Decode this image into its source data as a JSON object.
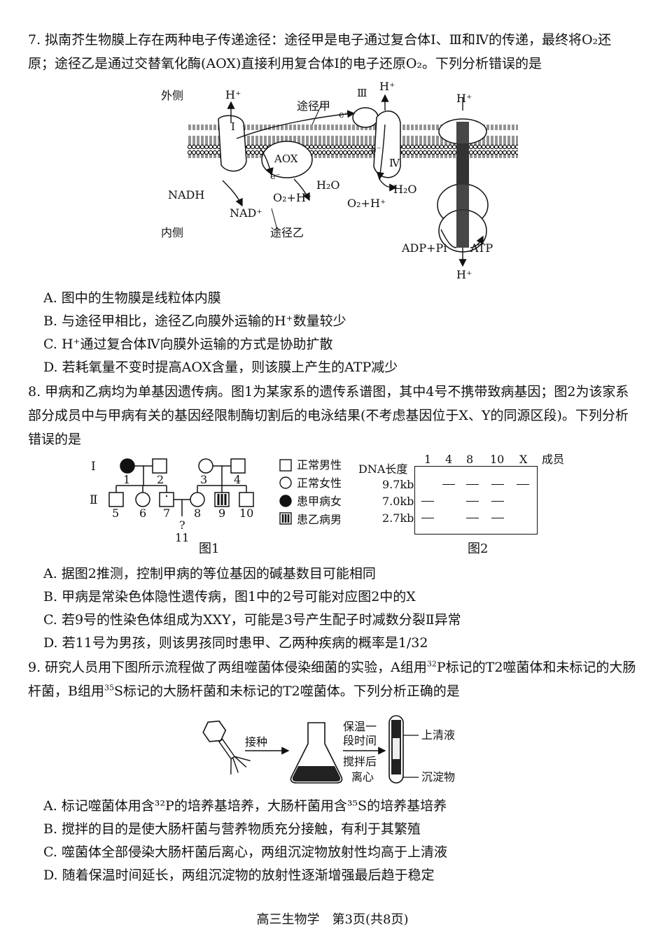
{
  "q7": {
    "stem": "7. 拟南芥生物膜上存在两种电子传递途径：途径甲是电子通过复合体Ⅰ、Ⅲ和Ⅳ的传递，最终将O₂还原；途径乙是通过交替氧化酶(AOX)直接利用复合体Ⅰ的电子还原O₂。下列分析错误的是",
    "labels": {
      "outside": "外侧",
      "inside": "内侧",
      "h1": "H⁺",
      "h3": "H⁺",
      "h5": "H⁺",
      "h6": "H⁺",
      "pathA": "途径甲",
      "pathB": "途径乙",
      "c1": "I",
      "c3": "Ⅲ",
      "c4": "Ⅳ",
      "aox": "AOX",
      "e1": "e⁻",
      "e2": "e⁻",
      "e3": "e⁻",
      "nadh": "NADH",
      "nad": "NAD⁺",
      "o2a": "O₂+H⁺",
      "o2b": "O₂+H⁺",
      "h2oa": "H₂O",
      "h2ob": "H₂O",
      "adp": "ADP+Pi",
      "atp": "ATP"
    },
    "options": [
      "A. 图中的生物膜是线粒体内膜",
      "B. 与途径甲相比，途径乙向膜外运输的H⁺数量较少",
      "C. H⁺通过复合体Ⅳ向膜外运输的方式是协助扩散",
      "D. 若耗氧量不变时提高AOX含量，则该膜上产生的ATP减少"
    ]
  },
  "q8": {
    "stem": "8. 甲病和乙病均为单基因遗传病。图1为某家系的遗传系谱图，其中4号不携带致病基因；图2为该家系部分成员中与甲病有关的基因经限制酶切割后的电泳结果(不考虑基因位于X、Y的同源区段)。下列分析错误的是",
    "pedigree": {
      "gen1": "I",
      "gen2": "Ⅱ",
      "n1": "1",
      "n2": "2",
      "n3": "3",
      "n4": "4",
      "n5": "5",
      "n6": "6",
      "n7": "7",
      "n8": "8",
      "n9": "9",
      "n10": "10",
      "n11": "11",
      "q": "?",
      "caption": "图1"
    },
    "legend": [
      "正常男性",
      "正常女性",
      "患甲病女",
      "患乙病男"
    ],
    "gel": {
      "ylabel": "DNA长度",
      "members_label": "成员",
      "lanes": [
        "1",
        "4",
        "8",
        "10",
        "X"
      ],
      "sizes": [
        "9.7kb",
        "7.0kb",
        "2.7kb"
      ],
      "caption": "图2"
    },
    "options": [
      "A. 据图2推测，控制甲病的等位基因的碱基数目可能相同",
      "B. 甲病是常染色体隐性遗传病，图1中的2号可能对应图2中的X",
      "C. 若9号的性染色体组成为XXY，可能是3号产生配子时减数分裂Ⅱ异常",
      "D. 若11号为男孩，则该男孩同时患甲、乙两种疾病的概率是1/32"
    ]
  },
  "q9": {
    "stem_a": "9. 研究人员用下图所示流程做了两组噬菌体侵染细菌的实验，A组用",
    "stem_b": "P标记的T2噬菌体和未标记的大肠杆菌，B组用",
    "stem_c": "S标记的大肠杆菌和未标记的T2噬菌体。下列分析正确的是",
    "sup32": "32",
    "sup35": "35",
    "labels": {
      "inoculate": "接种",
      "incubate1": "保温一",
      "incubate2": "段时间",
      "stir1": "搅拌后",
      "stir2": "离心",
      "supernatant": "上清液",
      "precipitate": "沉淀物"
    },
    "options": [
      "A. 标记噬菌体用含³²P的培养基培养，大肠杆菌用含³⁵S的培养基培养",
      "B. 搅拌的目的是使大肠杆菌与营养物质充分接触，有利于其繁殖",
      "C. 噬菌体全部侵染大肠杆菌后离心，两组沉淀物放射性均高于上清液",
      "D. 随着保温时间延长，两组沉淀物的放射性逐渐增强最后趋于稳定"
    ]
  },
  "footer": "高三生物学　第3页(共8页)"
}
